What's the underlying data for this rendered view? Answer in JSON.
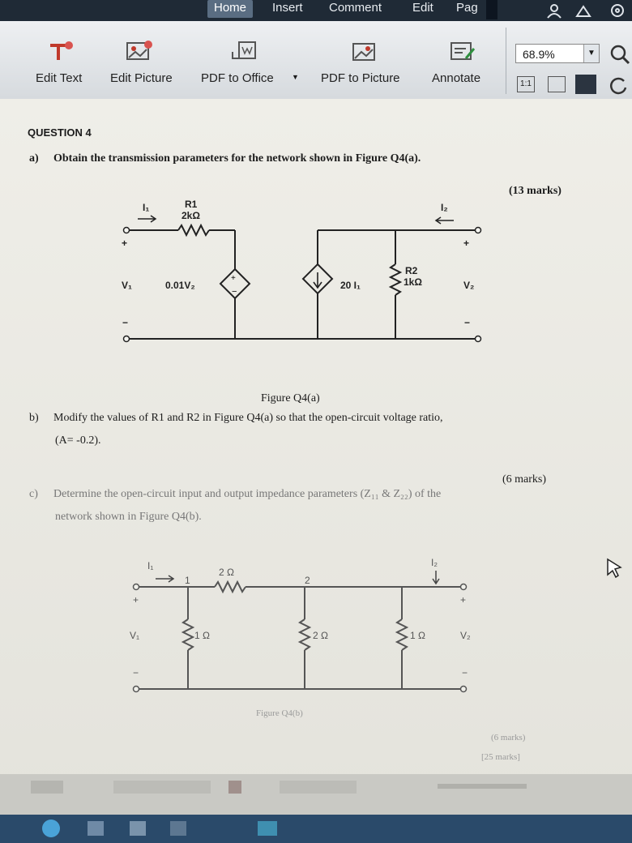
{
  "menu": {
    "tabs": [
      "Home",
      "Insert",
      "Comment",
      "Edit",
      "Pag"
    ]
  },
  "toolbar": {
    "edit_text": "Edit Text",
    "edit_picture": "Edit Picture",
    "pdf_to_office": "PDF to Office",
    "pdf_to_picture": "PDF to Picture",
    "annotate": "Annotate",
    "zoom": "68.9%",
    "actual_size": "1:1"
  },
  "document": {
    "question_title": "QUESTION 4",
    "part_a_label": "a)",
    "part_a_text": "Obtain the transmission parameters for the network shown in Figure Q4(a).",
    "part_a_marks": "(13 marks)",
    "fig_a": {
      "caption": "Figure Q4(a)",
      "i1": "I₁",
      "r1_name": "R1",
      "r1_value": "2kΩ",
      "v1": "V₁",
      "dep_voltage": "0.01V₂",
      "dep_current": "20 I₁",
      "r2_name": "R2",
      "r2_value": "1kΩ",
      "i2": "I₂",
      "v2": "V₂",
      "plus": "+",
      "minus": "−"
    },
    "part_b_label": "b)",
    "part_b_text_1": "Modify the values of R1 and R2 in Figure Q4(a) so that the open-circuit voltage ratio,",
    "part_b_text_2": "(A= -0.2).",
    "part_b_marks": "(6 marks)",
    "part_c_label": "c)",
    "part_c_text_1": "Determine the open-circuit input and output impedance parameters (Z₁₁ & Z₂₂) of the",
    "part_c_text_2": "network shown in Figure Q4(b).",
    "fig_b": {
      "caption": "Figure Q4(b)",
      "i1": "I₁",
      "node1": "1",
      "node2": "2",
      "r_series": "2 Ω",
      "r_shunt_left": "1 Ω",
      "r_shunt_mid": "2 Ω",
      "r_shunt_right": "1 Ω",
      "i2": "I₂",
      "v1": "V₁",
      "v2": "V₂",
      "plus": "+",
      "minus": "−"
    },
    "part_c_marks": "(6 marks)",
    "total_marks": "[25 marks]"
  }
}
